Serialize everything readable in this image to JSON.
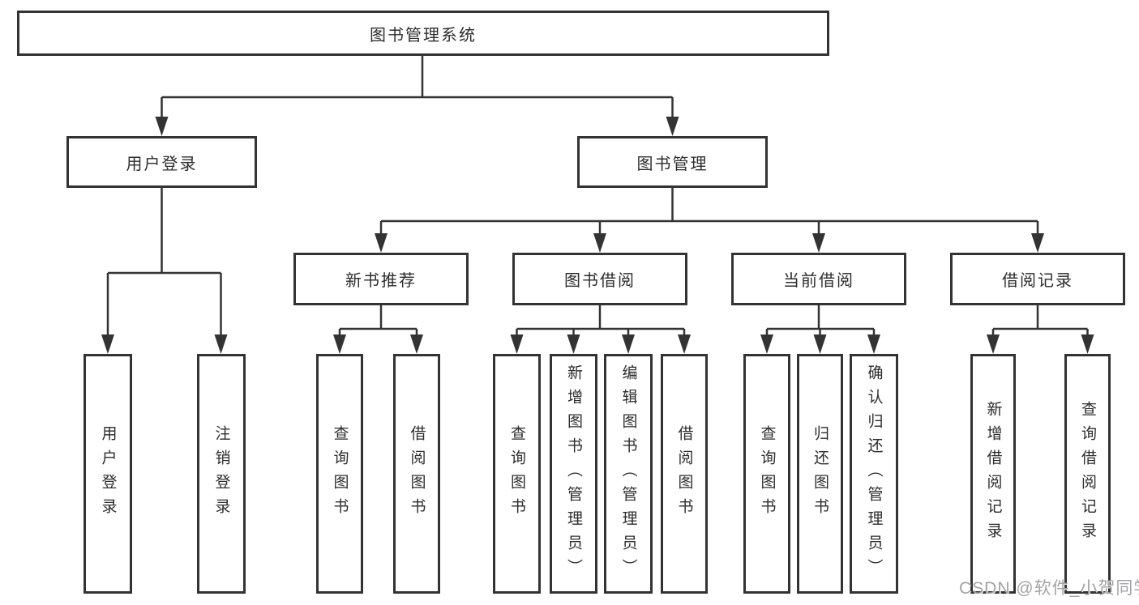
{
  "diagram": {
    "colors": {
      "line": "#333333",
      "box_border": "#333333",
      "box_fill": "#ffffff",
      "text": "#2d2d2d",
      "watermark": "#a3a3a7"
    },
    "watermark": "CSDN @软件_小贺同学"
  },
  "tree": {
    "root": {
      "label": "图书管理系统"
    },
    "level1": [
      {
        "label": "用户登录",
        "children": [
          {
            "label": "用户登录"
          },
          {
            "label": "注销登录"
          }
        ]
      },
      {
        "label": "图书管理",
        "children": [
          {
            "label": "新书推荐",
            "children": [
              {
                "label": "查询图书"
              },
              {
                "label": "借阅图书"
              }
            ]
          },
          {
            "label": "图书借阅",
            "children": [
              {
                "label": "查询图书"
              },
              {
                "label": "新增图书（管理员）"
              },
              {
                "label": "编辑图书（管理员）"
              },
              {
                "label": "借阅图书"
              }
            ]
          },
          {
            "label": "当前借阅",
            "children": [
              {
                "label": "查询图书"
              },
              {
                "label": "归还图书"
              },
              {
                "label": "确认归还（管理员）"
              }
            ]
          },
          {
            "label": "借阅记录",
            "children": [
              {
                "label": "新增借阅记录"
              },
              {
                "label": "查询借阅记录"
              }
            ]
          }
        ]
      }
    ]
  }
}
